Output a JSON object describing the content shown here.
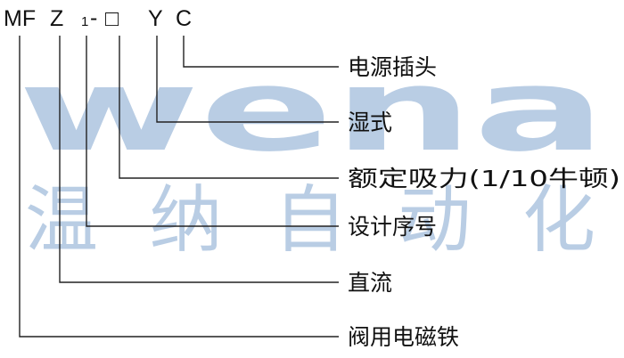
{
  "model_code": {
    "parts": [
      "MF",
      "Z",
      "1",
      "-",
      "□",
      "Y",
      "C"
    ]
  },
  "labels": [
    "电源插头",
    "湿式",
    "额定吸力(1/10牛顿)",
    "设计序号",
    "直流",
    "阀用电磁铁"
  ],
  "watermark": {
    "logo": "wena",
    "text": "温纳自动化"
  },
  "colors": {
    "ink": "#111111",
    "watermark": "#b9cde4",
    "background": "#ffffff"
  }
}
